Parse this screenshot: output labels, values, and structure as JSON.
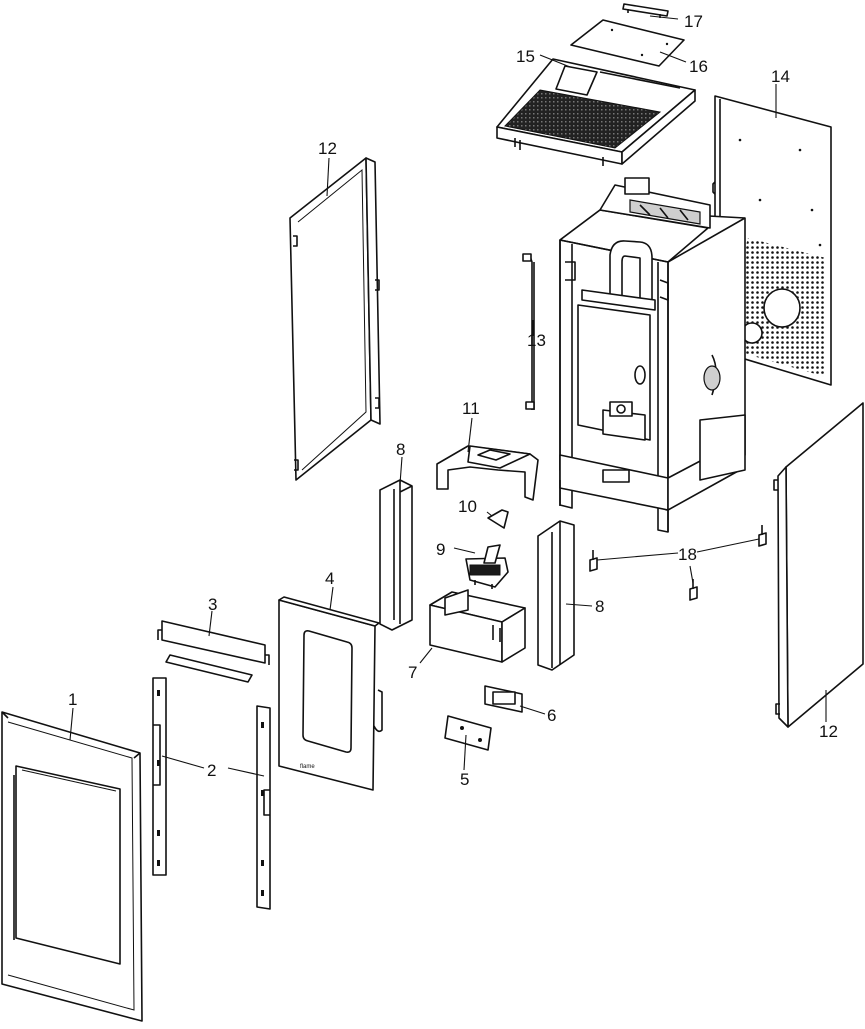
{
  "diagram": {
    "type": "exploded-parts-view",
    "callouts": {
      "c1": "1",
      "c2": "2",
      "c3": "3",
      "c4": "4",
      "c5": "5",
      "c6": "6",
      "c7": "7",
      "c8a": "8",
      "c8b": "8",
      "c9": "9",
      "c10": "10",
      "c11": "11",
      "c12a": "12",
      "c12b": "12",
      "c13": "13",
      "c14": "14",
      "c15": "15",
      "c16": "16",
      "c17": "17",
      "c18": "18"
    },
    "door_logo": "flame"
  }
}
